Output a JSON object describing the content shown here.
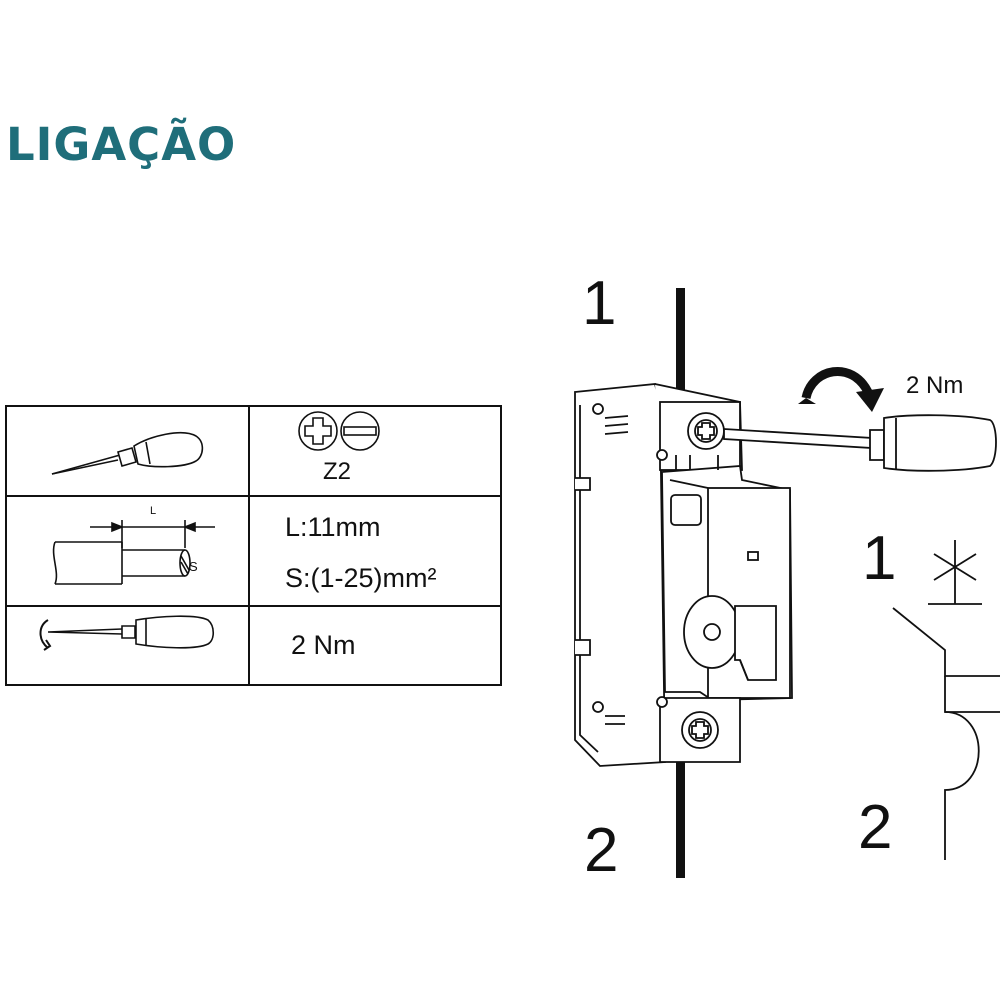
{
  "title": "LIGAÇÃO",
  "table": {
    "tool_type": "Z2",
    "strip_length_symbol": "L",
    "section_symbol": "S",
    "strip_length": "L:11mm",
    "section": "S:(1-25)mm²",
    "torque": "2 Nm"
  },
  "diagram": {
    "terminal_top": "1",
    "terminal_bottom": "2",
    "torque": "2 Nm",
    "symbol_top": "1",
    "symbol_bottom": "2"
  }
}
